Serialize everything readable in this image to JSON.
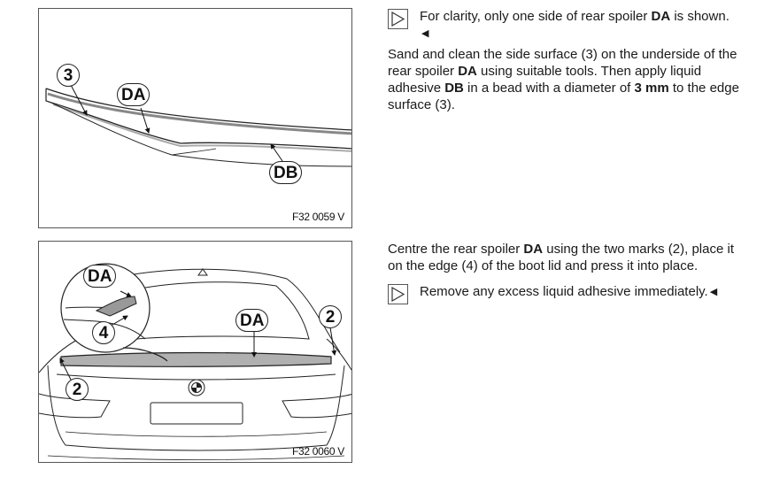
{
  "figures": [
    {
      "code": "F32 0059 V",
      "callouts": {
        "c3": "3",
        "da": "DA",
        "db": "DB"
      }
    },
    {
      "code": "F32 0060 V",
      "callouts": {
        "da_detail": "DA",
        "c4": "4",
        "da_main": "DA",
        "c2_right": "2",
        "c2_left": "2"
      }
    }
  ],
  "step1": {
    "note": {
      "icon": "note-triangle-icon",
      "text": "For clarity, only one side of rear spoiler ",
      "bold": "DA",
      "text_after": " is shown.",
      "end_marker": "◀"
    },
    "paragraph": {
      "p1": "Sand and clean the side surface (3) on the underside of the rear spoiler ",
      "b1": "DA",
      "p2": " using suitable tools. Then apply liquid adhesive ",
      "b2": "DB",
      "p3": " in a bead with a diameter of ",
      "b3": "3 mm",
      "p4": " to the edge surface (3)."
    }
  },
  "step2": {
    "paragraph": {
      "p1": "Centre the rear spoiler ",
      "b1": "DA",
      "p2": " using the two marks (2), place it on the edge (4) of the boot lid and press it into place."
    },
    "note": {
      "icon": "note-triangle-icon",
      "text": "Remove any excess liquid adhesive immediately.",
      "end_marker": "◀"
    }
  }
}
